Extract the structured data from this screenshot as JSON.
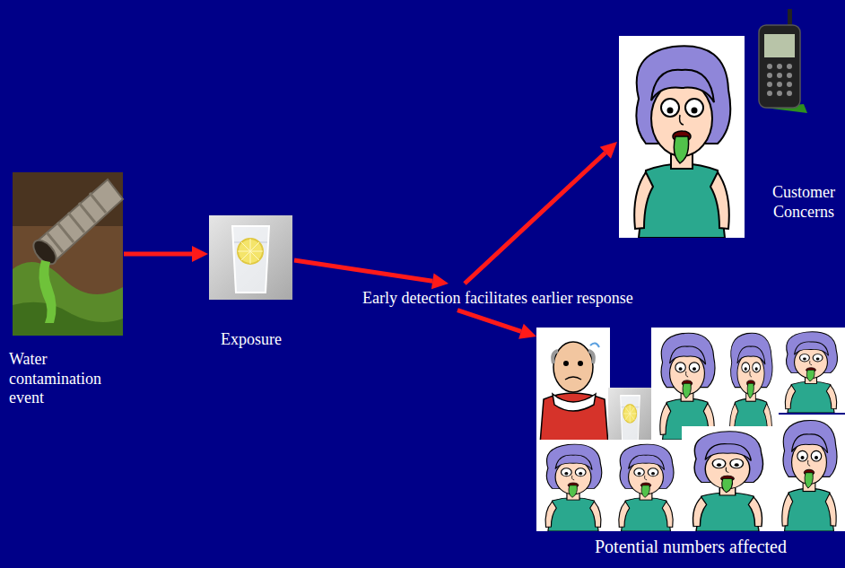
{
  "diagram": {
    "nodes": [
      {
        "text": [
          "Water contamination event"
        ]
      },
      {
        "text": [
          "Exposure"
        ]
      },
      {
        "text": [
          "Early detection facilitates earlier response"
        ]
      },
      {
        "text": [
          "Customer Concerns"
        ]
      },
      {
        "text": [
          "Potential numbers affected"
        ]
      }
    ],
    "edges": [
      {
        "from": 0,
        "to": 1,
        "arrow": "to"
      },
      {
        "from": 1,
        "to": 2,
        "arrow": "to"
      },
      {
        "from": 2,
        "to": 3,
        "arrow": "to"
      },
      {
        "from": 2,
        "to": 4,
        "arrow": "to"
      }
    ]
  }
}
